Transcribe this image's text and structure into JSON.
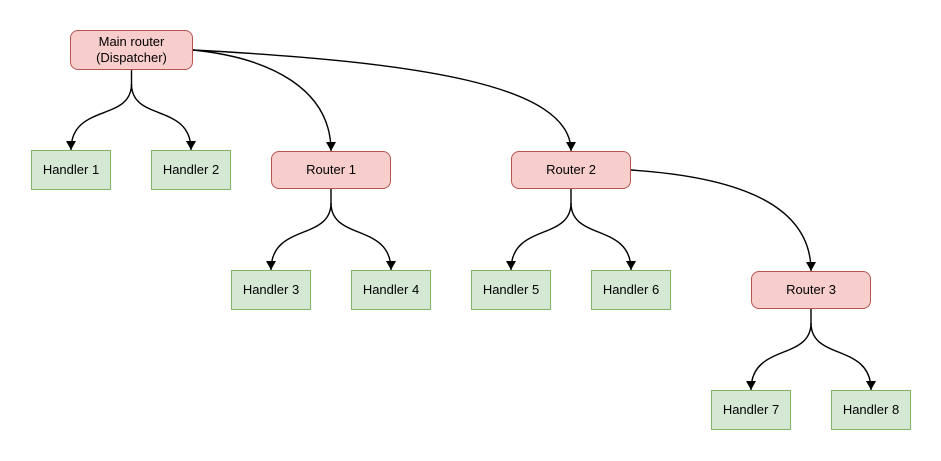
{
  "diagram": {
    "colors": {
      "canvas-bg": "#ffffff",
      "router-fill": "#f8cecc",
      "router-border": "#b85450",
      "handler-fill": "#d5e8d4",
      "handler-border": "#82b366",
      "edge": "#000000"
    },
    "nodes": {
      "main": {
        "label": "Main router\n(Dispatcher)",
        "type": "router"
      },
      "h1": {
        "label": "Handler 1",
        "type": "handler"
      },
      "h2": {
        "label": "Handler 2",
        "type": "handler"
      },
      "r1": {
        "label": "Router 1",
        "type": "router"
      },
      "r2": {
        "label": "Router 2",
        "type": "router"
      },
      "h3": {
        "label": "Handler 3",
        "type": "handler"
      },
      "h4": {
        "label": "Handler 4",
        "type": "handler"
      },
      "h5": {
        "label": "Handler 5",
        "type": "handler"
      },
      "h6": {
        "label": "Handler 6",
        "type": "handler"
      },
      "r3": {
        "label": "Router 3",
        "type": "router"
      },
      "h7": {
        "label": "Handler 7",
        "type": "handler"
      },
      "h8": {
        "label": "Handler 8",
        "type": "handler"
      }
    },
    "edges": [
      {
        "from": "Main router (Dispatcher)",
        "to": "Handler 1"
      },
      {
        "from": "Main router (Dispatcher)",
        "to": "Handler 2"
      },
      {
        "from": "Main router (Dispatcher)",
        "to": "Router 1"
      },
      {
        "from": "Main router (Dispatcher)",
        "to": "Router 2"
      },
      {
        "from": "Router 1",
        "to": "Handler 3"
      },
      {
        "from": "Router 1",
        "to": "Handler 4"
      },
      {
        "from": "Router 2",
        "to": "Handler 5"
      },
      {
        "from": "Router 2",
        "to": "Handler 6"
      },
      {
        "from": "Router 2",
        "to": "Router 3"
      },
      {
        "from": "Router 3",
        "to": "Handler 7"
      },
      {
        "from": "Router 3",
        "to": "Handler 8"
      }
    ]
  }
}
